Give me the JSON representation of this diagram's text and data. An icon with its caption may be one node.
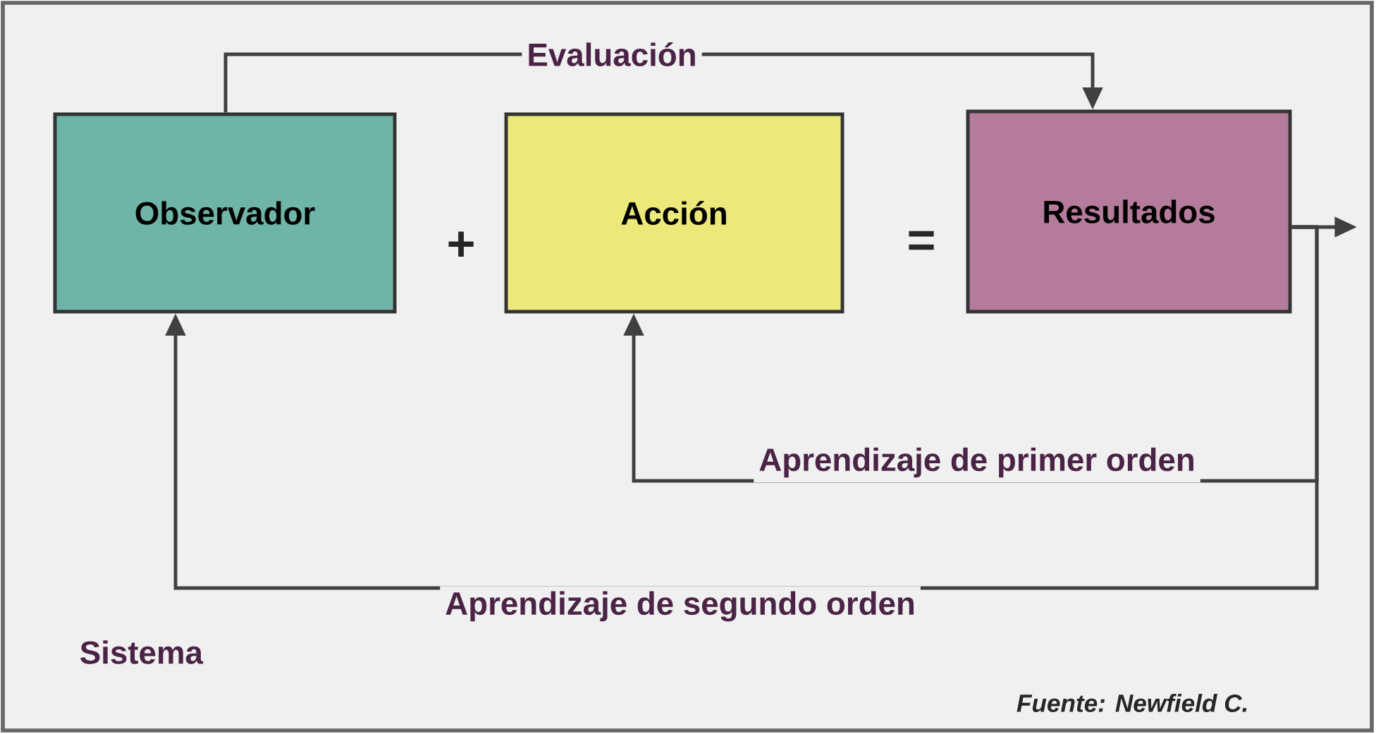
{
  "diagram": {
    "nodes": [
      {
        "text": [
          "Observador"
        ]
      },
      {
        "text": [
          "Acción"
        ]
      },
      {
        "text": [
          "Resultados"
        ]
      }
    ],
    "edges": [
      {
        "from": 0,
        "to": 2,
        "arrow": "to",
        "label": "Evaluación"
      },
      {
        "from": 2,
        "to": null,
        "arrow": "to"
      },
      {
        "from": 2,
        "to": 1,
        "arrow": "to",
        "label": "Aprendizaje de primer orden"
      },
      {
        "from": 2,
        "to": 0,
        "arrow": "to",
        "label": "Aprendizaje de segundo orden"
      }
    ],
    "labels": [
      "+",
      "=",
      "Sistema",
      "Fuente: Newfield C."
    ]
  }
}
